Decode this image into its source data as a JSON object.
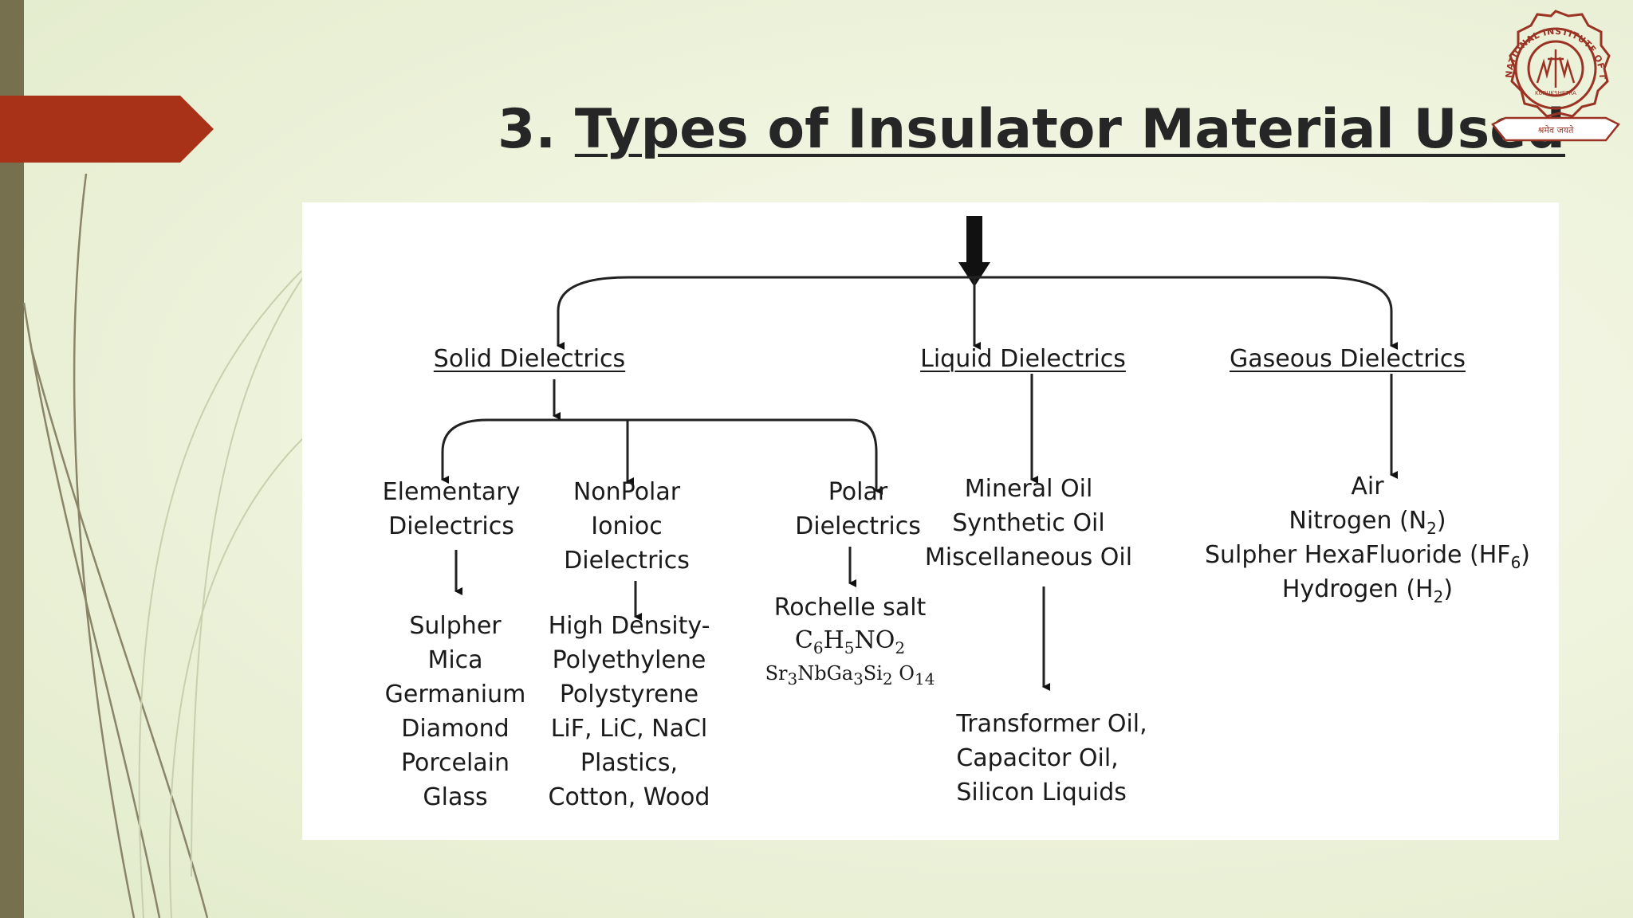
{
  "slide": {
    "title_number": "3.",
    "title_text": "Types of Insulator Material Used"
  },
  "logo": {
    "top_text": "NATIONAL INSTITUTE OF TECHNOLOGY",
    "city": "KURUKSHETRA",
    "motto": "श्रमेव जयते"
  },
  "colors": {
    "accent_red": "#a83218",
    "side_bar": "#77704f",
    "logo_red": "#9b3324"
  },
  "diagram": {
    "solid": {
      "label": "Solid Dielectrics",
      "elementary": {
        "line1": "Elementary",
        "line2": "Dielectrics",
        "items": [
          "Sulpher",
          "Mica",
          "Germanium",
          "Diamond",
          "Porcelain",
          "Glass"
        ]
      },
      "nonpolar": {
        "line1": "NonPolar",
        "line2": "Ionioc",
        "line3": "Dielectrics",
        "items": [
          "High Density-",
          "Polyethylene",
          "Polystyrene",
          "LiF, LiC, NaCl",
          "Plastics,",
          "Cotton, Wood"
        ]
      },
      "polar": {
        "line1": "Polar",
        "line2": "Dielectrics",
        "item1": "Rochelle salt",
        "f1": {
          "a": "C",
          "a_sub": "6",
          "b": "H",
          "b_sub": "5",
          "c": "NO",
          "c_sub": "2"
        },
        "f2": {
          "a": "Sr",
          "a_sub": "3",
          "b": "NbGa",
          "b_sub": "3",
          "c": "Si",
          "c_sub": "2",
          "d": " O",
          "d_sub": "14"
        }
      }
    },
    "liquid": {
      "label": "Liquid Dielectrics",
      "items": [
        "Mineral Oil",
        "Synthetic Oil",
        "Miscellaneous Oil"
      ],
      "subitems": [
        "Transformer Oil,",
        "Capacitor Oil,",
        "Silicon Liquids"
      ]
    },
    "gaseous": {
      "label": "Gaseous Dielectrics",
      "air": "Air",
      "n2": {
        "text": "Nitrogen (N",
        "sub": "2",
        "end": ")"
      },
      "hf6": {
        "text": "Sulpher HexaFluoride (HF",
        "sub": "6",
        "end": ")"
      },
      "h2": {
        "text": "Hydrogen (H",
        "sub": "2",
        "end": ")"
      }
    }
  }
}
